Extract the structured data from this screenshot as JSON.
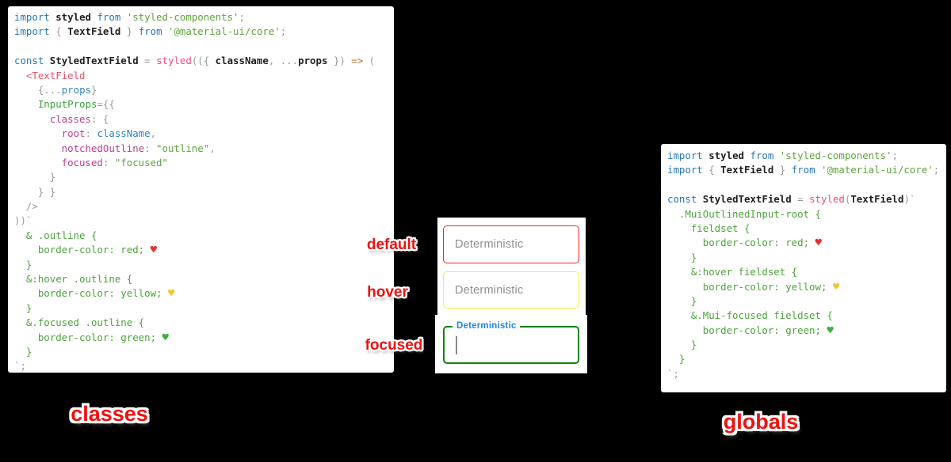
{
  "captions": {
    "left": "classes",
    "right": "globals"
  },
  "state_labels": {
    "default": "default",
    "hover": "hover",
    "focused": "focused"
  },
  "textfields": {
    "default": {
      "placeholder": "Deterministic"
    },
    "hover": {
      "placeholder": "Deterministic"
    },
    "focused": {
      "label": "Deterministic",
      "value": ""
    }
  },
  "colors": {
    "field_border_default": "#ff1f1f",
    "field_border_hover": "#ffee33",
    "field_border_focused": "#0e860e",
    "focused_label": "#1e88e5",
    "placeholder": "#8f8f8f",
    "annotation_red": "#ee1111"
  },
  "left_code": {
    "lines": [
      [
        [
          "kw",
          "import"
        ],
        [
          "id",
          " styled"
        ],
        [
          "kw",
          " from"
        ],
        [
          "str",
          " 'styled-components'"
        ],
        [
          "punct",
          ";"
        ]
      ],
      [
        [
          "kw",
          "import"
        ],
        [
          "punct",
          " { "
        ],
        [
          "id",
          "TextField"
        ],
        [
          "punct",
          " } "
        ],
        [
          "kw",
          "from"
        ],
        [
          "str",
          " '@material-ui/core'"
        ],
        [
          "punct",
          ";"
        ]
      ],
      [],
      [
        [
          "kw",
          "const"
        ],
        [
          "id",
          " StyledTextField"
        ],
        [
          "punct",
          " = "
        ],
        [
          "fn",
          "styled"
        ],
        [
          "punct",
          "(({ "
        ],
        [
          "id",
          "className"
        ],
        [
          "punct",
          ", ..."
        ],
        [
          "id",
          "props"
        ],
        [
          "punct",
          " }) "
        ],
        [
          "arrow",
          "=>"
        ],
        [
          "punct",
          " ("
        ]
      ],
      [
        [
          "tag",
          "  <TextField"
        ]
      ],
      [
        [
          "punct",
          "    {..."
        ],
        [
          "var",
          "props"
        ],
        [
          "punct",
          "}"
        ]
      ],
      [
        [
          "attr",
          "    InputProps"
        ],
        [
          "punct",
          "={{"
        ]
      ],
      [
        [
          "key",
          "      classes"
        ],
        [
          "punct",
          ": {"
        ]
      ],
      [
        [
          "key",
          "        root"
        ],
        [
          "punct",
          ": "
        ],
        [
          "var",
          "className"
        ],
        [
          "punct",
          ","
        ]
      ],
      [
        [
          "key",
          "        notchedOutline"
        ],
        [
          "punct",
          ": "
        ],
        [
          "str",
          "\"outline\""
        ],
        [
          "punct",
          ","
        ]
      ],
      [
        [
          "key",
          "        focused"
        ],
        [
          "punct",
          ": "
        ],
        [
          "str",
          "\"focused\""
        ]
      ],
      [
        [
          "punct",
          "      }"
        ]
      ],
      [
        [
          "punct",
          "    } }"
        ]
      ],
      [
        [
          "punct",
          "  />"
        ]
      ],
      [
        [
          "punct",
          "))`"
        ]
      ],
      [
        [
          "css",
          "  & .outline {"
        ]
      ],
      [
        [
          "css",
          "    border-color: red; "
        ],
        [
          "heart-red",
          "♥"
        ]
      ],
      [
        [
          "css",
          "  }"
        ]
      ],
      [
        [
          "css",
          "  &:hover .outline {"
        ]
      ],
      [
        [
          "css",
          "    border-color: yellow; "
        ],
        [
          "heart-yellow",
          "♥"
        ]
      ],
      [
        [
          "css",
          "  }"
        ]
      ],
      [
        [
          "css",
          "  &.focused .outline {"
        ]
      ],
      [
        [
          "css",
          "    border-color: green; "
        ],
        [
          "heart-green",
          "♥"
        ]
      ],
      [
        [
          "css",
          "  }"
        ]
      ],
      [
        [
          "punct",
          "`;"
        ]
      ]
    ]
  },
  "right_code": {
    "lines": [
      [
        [
          "kw",
          "import"
        ],
        [
          "id",
          " styled"
        ],
        [
          "kw",
          " from"
        ],
        [
          "str",
          " 'styled-components'"
        ],
        [
          "punct",
          ";"
        ]
      ],
      [
        [
          "kw",
          "import"
        ],
        [
          "punct",
          " { "
        ],
        [
          "id",
          "TextField"
        ],
        [
          "punct",
          " } "
        ],
        [
          "kw",
          "from"
        ],
        [
          "str",
          " '@material-ui/core'"
        ],
        [
          "punct",
          ";"
        ]
      ],
      [],
      [
        [
          "kw",
          "const"
        ],
        [
          "id",
          " StyledTextField"
        ],
        [
          "punct",
          " = "
        ],
        [
          "fn",
          "styled"
        ],
        [
          "punct",
          "("
        ],
        [
          "id",
          "TextField"
        ],
        [
          "punct",
          ")`"
        ]
      ],
      [
        [
          "css",
          "  .MuiOutlinedInput-root {"
        ]
      ],
      [
        [
          "css",
          "    fieldset {"
        ]
      ],
      [
        [
          "css",
          "      border-color: red; "
        ],
        [
          "heart-red",
          "♥"
        ]
      ],
      [
        [
          "css",
          "    }"
        ]
      ],
      [
        [
          "css",
          "    &:hover fieldset {"
        ]
      ],
      [
        [
          "css",
          "      border-color: yellow; "
        ],
        [
          "heart-yellow",
          "♥"
        ]
      ],
      [
        [
          "css",
          "    }"
        ]
      ],
      [
        [
          "css",
          "    &.Mui-focused fieldset {"
        ]
      ],
      [
        [
          "css",
          "      border-color: green; "
        ],
        [
          "heart-green",
          "♥"
        ]
      ],
      [
        [
          "css",
          "    }"
        ]
      ],
      [
        [
          "css",
          "  }"
        ]
      ],
      [
        [
          "punct",
          "`;"
        ]
      ]
    ]
  }
}
